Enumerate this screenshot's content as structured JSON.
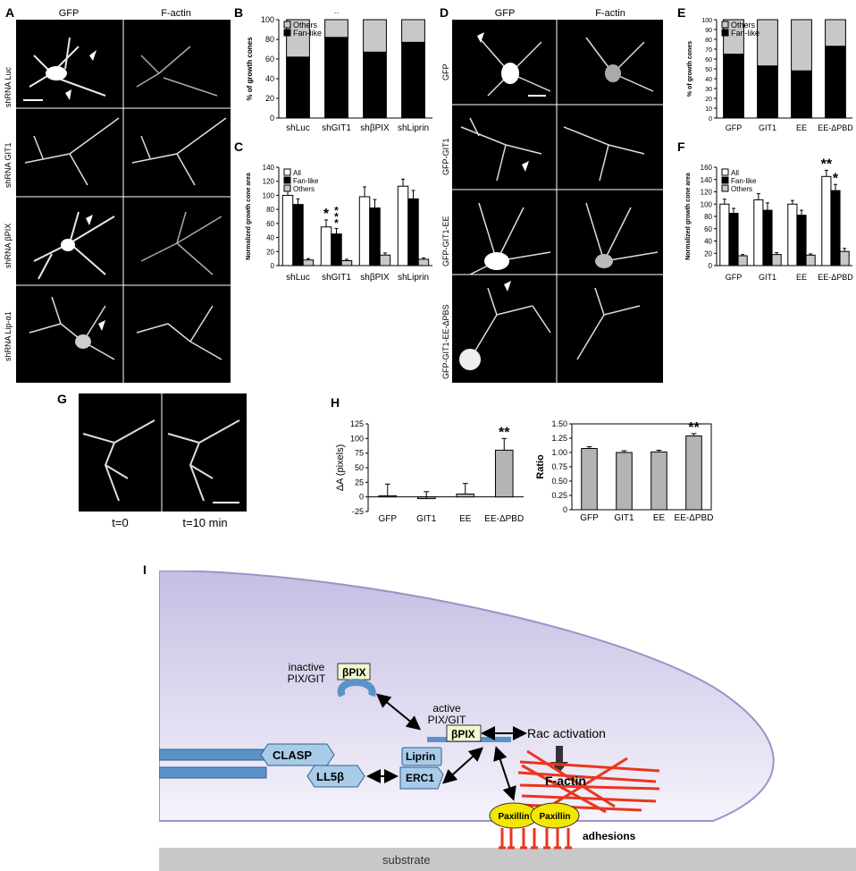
{
  "panels": {
    "A": "A",
    "B": "B",
    "C": "C",
    "D": "D",
    "E": "E",
    "F": "F",
    "G": "G",
    "H": "H",
    "I": "I"
  },
  "panelA": {
    "columns": [
      "GFP",
      "F-actin"
    ],
    "rows": [
      "shRNA Luc",
      "shRNA GIT1",
      "shRNA βPIX",
      "shRNA Lip-α1"
    ]
  },
  "panelD": {
    "columns": [
      "GFP",
      "F-actin"
    ],
    "rows": [
      "GFP",
      "GFP-GIT1",
      "GFP-GIT1-EE",
      "GFP-GIT1-EE-ΔPBS"
    ]
  },
  "panelG": {
    "times": [
      "t=0",
      "t=10 min"
    ]
  },
  "colors": {
    "black": "#000000",
    "white": "#ffffff",
    "gray": "#c8c8c8",
    "darkgray": "#999999",
    "mediumgray": "#b4b4b4",
    "red": "#e8361e",
    "blue": "#5b93c9",
    "yellow": "#f3e600",
    "cell": "#d8d2ec"
  },
  "chart_data": [
    {
      "id": "B",
      "type": "bar",
      "stacked": true,
      "categories": [
        "shLuc",
        "shGIT1",
        "shβPIX",
        "shLiprin"
      ],
      "series": [
        {
          "name": "Fan-like",
          "values": [
            62,
            82,
            67,
            77
          ]
        },
        {
          "name": "Others",
          "values": [
            38,
            18,
            33,
            23
          ]
        }
      ],
      "ylabel": "% of growth cones",
      "ylim": [
        0,
        100
      ],
      "yticks": [
        "0",
        "20",
        "40",
        "60",
        "80",
        "100"
      ],
      "annotations": [
        {
          "category": "shGIT1",
          "text": "*"
        }
      ],
      "legend": "top-left"
    },
    {
      "id": "C",
      "type": "bar",
      "categories": [
        "shLuc",
        "shGIT1",
        "shβPIX",
        "shLiprin"
      ],
      "series": [
        {
          "name": "All",
          "values": [
            100,
            55,
            98,
            113
          ]
        },
        {
          "name": "Fan-like",
          "values": [
            87,
            45,
            82,
            95
          ]
        },
        {
          "name": "Others",
          "values": [
            8,
            7,
            15,
            9
          ]
        }
      ],
      "errors": [
        [
          8,
          10,
          14,
          10
        ],
        [
          8,
          8,
          12,
          12
        ],
        [
          2,
          2,
          3,
          2
        ]
      ],
      "ylabel": "Normalized growth cone area",
      "ylim": [
        0,
        140
      ],
      "yticks": [
        "0",
        "20",
        "40",
        "60",
        "80",
        "100",
        "120",
        "140"
      ],
      "annotations": [
        {
          "category": "shGIT1",
          "series": "All",
          "text": "*"
        },
        {
          "category": "shGIT1",
          "series": "Fan-like",
          "text": "***"
        }
      ],
      "legend": "top-left"
    },
    {
      "id": "E",
      "type": "bar",
      "stacked": true,
      "categories": [
        "GFP",
        "GIT1",
        "EE",
        "EE-ΔPBD"
      ],
      "series": [
        {
          "name": "Fan-like",
          "values": [
            65,
            53,
            48,
            73
          ]
        },
        {
          "name": "Others",
          "values": [
            35,
            47,
            52,
            27
          ]
        }
      ],
      "ylabel": "% of growth cones",
      "ylim": [
        0,
        100
      ],
      "yticks": [
        "0",
        "10",
        "20",
        "30",
        "40",
        "50",
        "60",
        "70",
        "80",
        "90",
        "100"
      ],
      "legend": "top-left"
    },
    {
      "id": "F",
      "type": "bar",
      "categories": [
        "GFP",
        "GIT1",
        "EE",
        "EE-ΔPBD"
      ],
      "series": [
        {
          "name": "All",
          "values": [
            100,
            107,
            100,
            145
          ]
        },
        {
          "name": "Fan-like",
          "values": [
            85,
            90,
            82,
            122
          ]
        },
        {
          "name": "Others",
          "values": [
            16,
            18,
            17,
            23
          ]
        }
      ],
      "errors": [
        [
          8,
          10,
          6,
          10
        ],
        [
          8,
          12,
          8,
          10
        ],
        [
          2,
          3,
          2,
          5
        ]
      ],
      "ylabel": "Normalized growth cone area",
      "ylim": [
        0,
        160
      ],
      "yticks": [
        "0",
        "20",
        "40",
        "60",
        "80",
        "100",
        "120",
        "140",
        "160"
      ],
      "annotations": [
        {
          "category": "EE-ΔPBD",
          "series": "All",
          "text": "**"
        },
        {
          "category": "EE-ΔPBD",
          "series": "Fan-like",
          "text": "*"
        }
      ],
      "legend": "top-left"
    },
    {
      "id": "H1",
      "type": "bar",
      "categories": [
        "GFP",
        "GIT1",
        "EE",
        "EE-ΔPBD"
      ],
      "values": [
        2,
        -3,
        5,
        80
      ],
      "errors": [
        20,
        12,
        18,
        20
      ],
      "ylabel": "ΔA (pixels)",
      "ylim": [
        -25,
        125
      ],
      "yticks": [
        "-25",
        "0",
        "25",
        "50",
        "75",
        "100",
        "125"
      ],
      "annotations": [
        {
          "category": "EE-ΔPBD",
          "text": "**"
        }
      ]
    },
    {
      "id": "H2",
      "type": "bar",
      "categories": [
        "GFP",
        "GIT1",
        "EE",
        "EE-ΔPBD"
      ],
      "values": [
        1.07,
        1.0,
        1.01,
        1.29
      ],
      "errors": [
        0.03,
        0.03,
        0.03,
        0.04
      ],
      "ylabel": "Ratio",
      "ylim": [
        0,
        1.5
      ],
      "yticks": [
        "0",
        "0.25",
        "0.50",
        "0.75",
        "1.00",
        "1.25",
        "1.50"
      ],
      "annotations": [
        {
          "category": "EE-ΔPBD",
          "text": "**"
        }
      ]
    }
  ],
  "diagram": {
    "inactive": "inactive\nPIX/GIT",
    "active": "active\nPIX/GIT",
    "bpix": "βPIX",
    "rac": "Rac activation",
    "factin": "F-actin",
    "clasp": "CLASP",
    "ll5b": "LL5β",
    "liprin": "Liprin",
    "erc1": "ERC1",
    "paxillin": "Paxillin",
    "adhesions": "adhesions",
    "substrate": "substrate"
  }
}
